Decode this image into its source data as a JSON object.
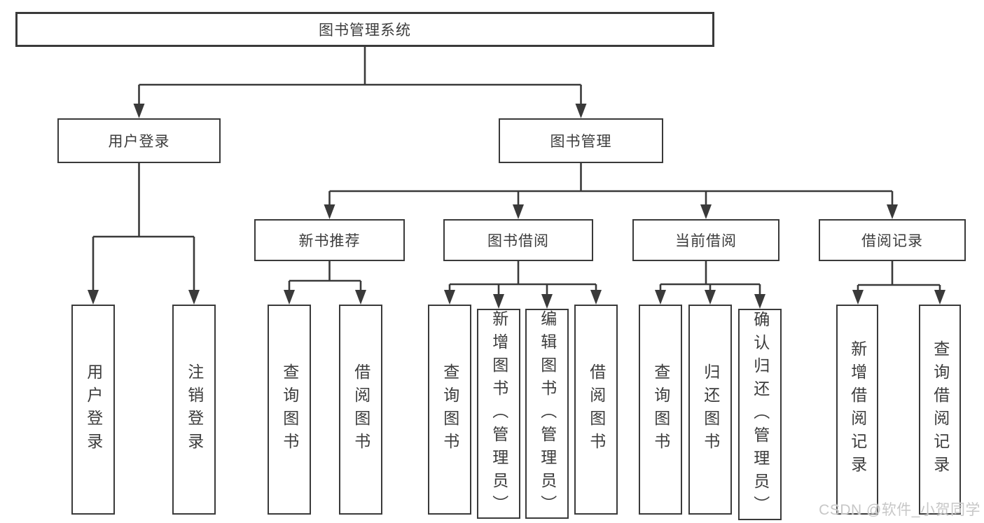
{
  "diagram_title": "图书管理系统",
  "nodes": {
    "root": "图书管理系统",
    "user_login": "用户登录",
    "book_mgmt": "图书管理",
    "new_book_rec": "新书推荐",
    "book_borrow": "图书借阅",
    "current_borrow": "当前借阅",
    "borrow_records": "借阅记录",
    "ul_user_login": "用户登录",
    "ul_logout": "注销登录",
    "nb_query_books": "查询图书",
    "nb_borrow_books": "借阅图书",
    "bb_query_books": "查询图书",
    "bb_add_books_admin": "新增图书（管理员）",
    "bb_edit_books_admin": "编辑图书（管理员）",
    "bb_borrow_books": "借阅图书",
    "cb_query_books": "查询图书",
    "cb_return_books": "归还图书",
    "cb_confirm_return_admin": "确认归还（管理员）",
    "br_add_record": "新增借阅记录",
    "br_query_record": "查询借阅记录"
  },
  "colors": {
    "line": "#3a3a3a",
    "text": "#3c3c3c",
    "box_background": "#ffffff",
    "watermark": "#c7c7c7"
  },
  "watermark": "CSDN @软件_小贺同学"
}
